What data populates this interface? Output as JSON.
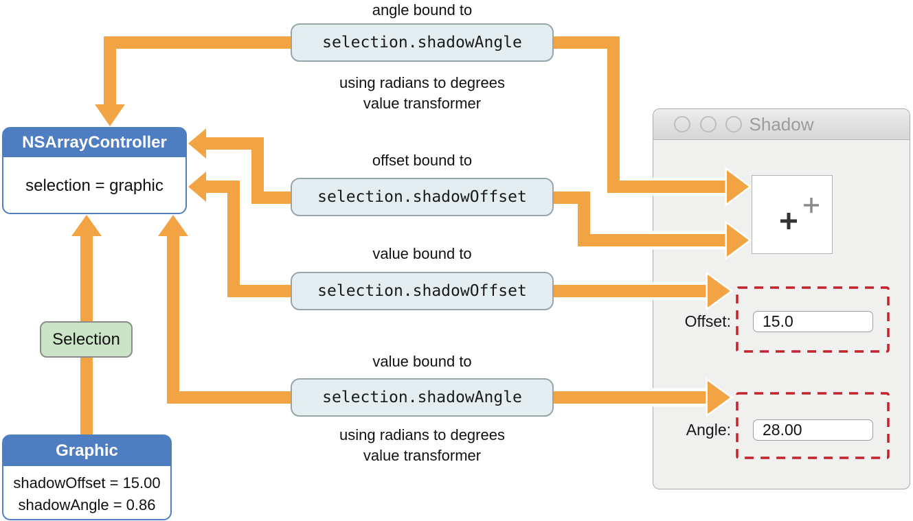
{
  "colors": {
    "arrow_orange": "#F2A444",
    "node_blue": "#4E7DC1",
    "binding_fill": "#E4EEF0",
    "binding_border": "#96A5A8",
    "selection_green": "#CBE3C6",
    "highlight_red": "#C2232C",
    "window_bg": "#F0F0EF",
    "titlebar_text": "#9C9C9C"
  },
  "controller": {
    "title": "NSArrayController",
    "body": "selection = graphic"
  },
  "graphic": {
    "title": "Graphic",
    "line1": "shadowOffset = 15.00",
    "line2": "shadowAngle = 0.86"
  },
  "selection": {
    "label": "Selection"
  },
  "bindings": [
    {
      "label": "angle bound to",
      "key": "selection.shadowAngle",
      "note1": "using radians to degrees",
      "note2": "value transformer"
    },
    {
      "label": "offset bound to",
      "key": "selection.shadowOffset"
    },
    {
      "label": "value bound to",
      "key": "selection.shadowOffset"
    },
    {
      "label": "value bound to",
      "key": "selection.shadowAngle",
      "note1": "using radians to degrees",
      "note2": "value transformer"
    }
  ],
  "window": {
    "title": "Shadow",
    "offset_label": "Offset:",
    "offset_value": "15.0",
    "angle_label": "Angle:",
    "angle_value": "28.00"
  }
}
